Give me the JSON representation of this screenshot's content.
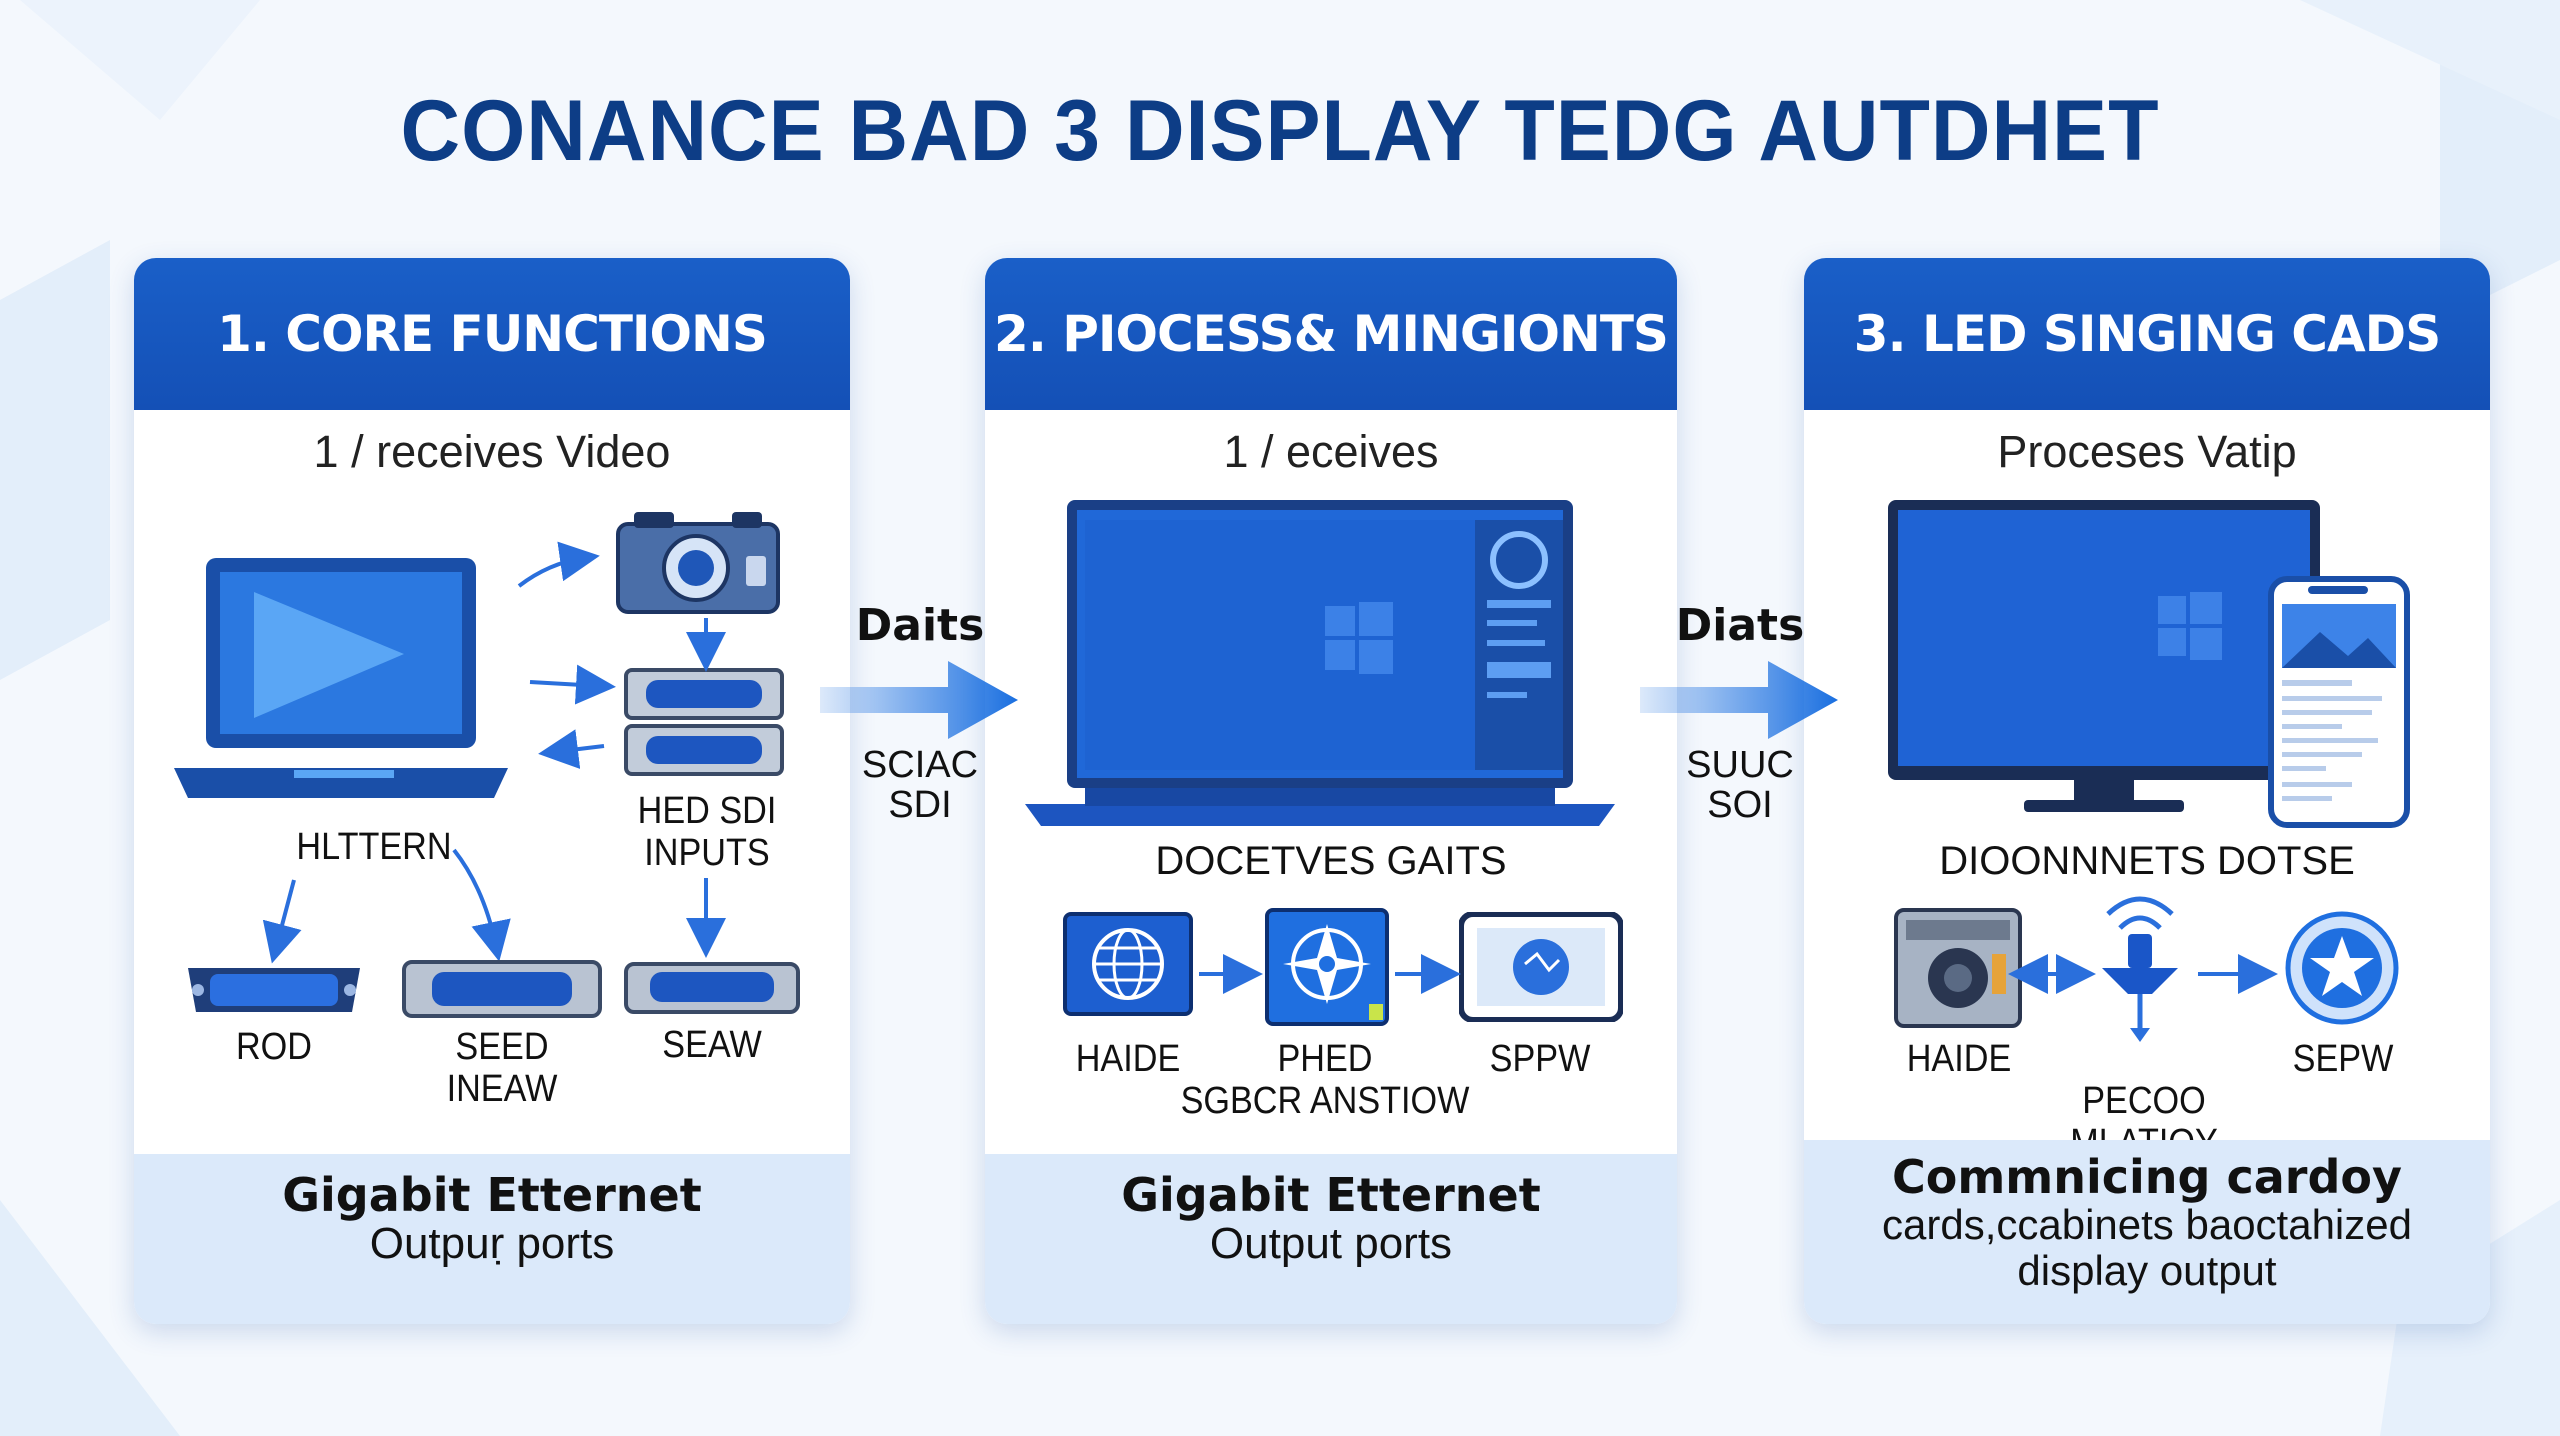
{
  "title": "CONANCE BAD 3 DISPLAY TEDG AUTDHET",
  "panels": [
    {
      "header": "1. CORE FUNCTIONS",
      "subtitle": "1 / receives Video",
      "labels": {
        "inputs": "HED SDI\nINPUTS",
        "pattern": "HLTTERN",
        "rod": "ROD",
        "seed": "SEED\nINEAW",
        "seaw": "SEAW"
      },
      "footer": {
        "main": "Gigabit Etternet",
        "sub": "Outpuṛ ports"
      }
    },
    {
      "header": "2. PIOCESS& MINGIONTS",
      "subtitle": "1 / eceives",
      "labels": {
        "caption": "DOCETVES GAITS",
        "haide": "HAIDE",
        "phed": "PHED\nSGBCR ANSTIOW",
        "sppw": "SPPW"
      },
      "footer": {
        "main": "Gigabit Etternet",
        "sub": "Output ports"
      }
    },
    {
      "header": "3. LED SINGING CADS",
      "subtitle": "Proceses Vatip",
      "labels": {
        "caption": "DIOONNNETS DOTSE",
        "haide": "HAIDE",
        "pecoo": "PECOO MLATIOY",
        "sepw": "SEPW"
      },
      "footer": {
        "main": "Commnicing cardoy",
        "sub": "cards,ccabinets baoctahized\ndisplay output"
      }
    }
  ],
  "connectors": [
    {
      "top": "Daits",
      "bottom": "SCIAC\nSDI"
    },
    {
      "top": "Diats",
      "bottom": "SUUC\nSOI"
    }
  ],
  "colors": {
    "header_blue": "#1a5fc8",
    "title_navy": "#0d3d86",
    "footer_bg": "#dbe9fa",
    "arrow_blue": "#1a6fe0"
  },
  "icons": [
    "laptop-icon",
    "camera-icon",
    "sdi-connector-icon",
    "vga-port-icon",
    "monitor-icon",
    "globe-icon",
    "compass-icon",
    "tablet-icon",
    "phone-icon",
    "speaker-icon",
    "antenna-icon",
    "star-badge-icon",
    "arrow-right-icon"
  ]
}
